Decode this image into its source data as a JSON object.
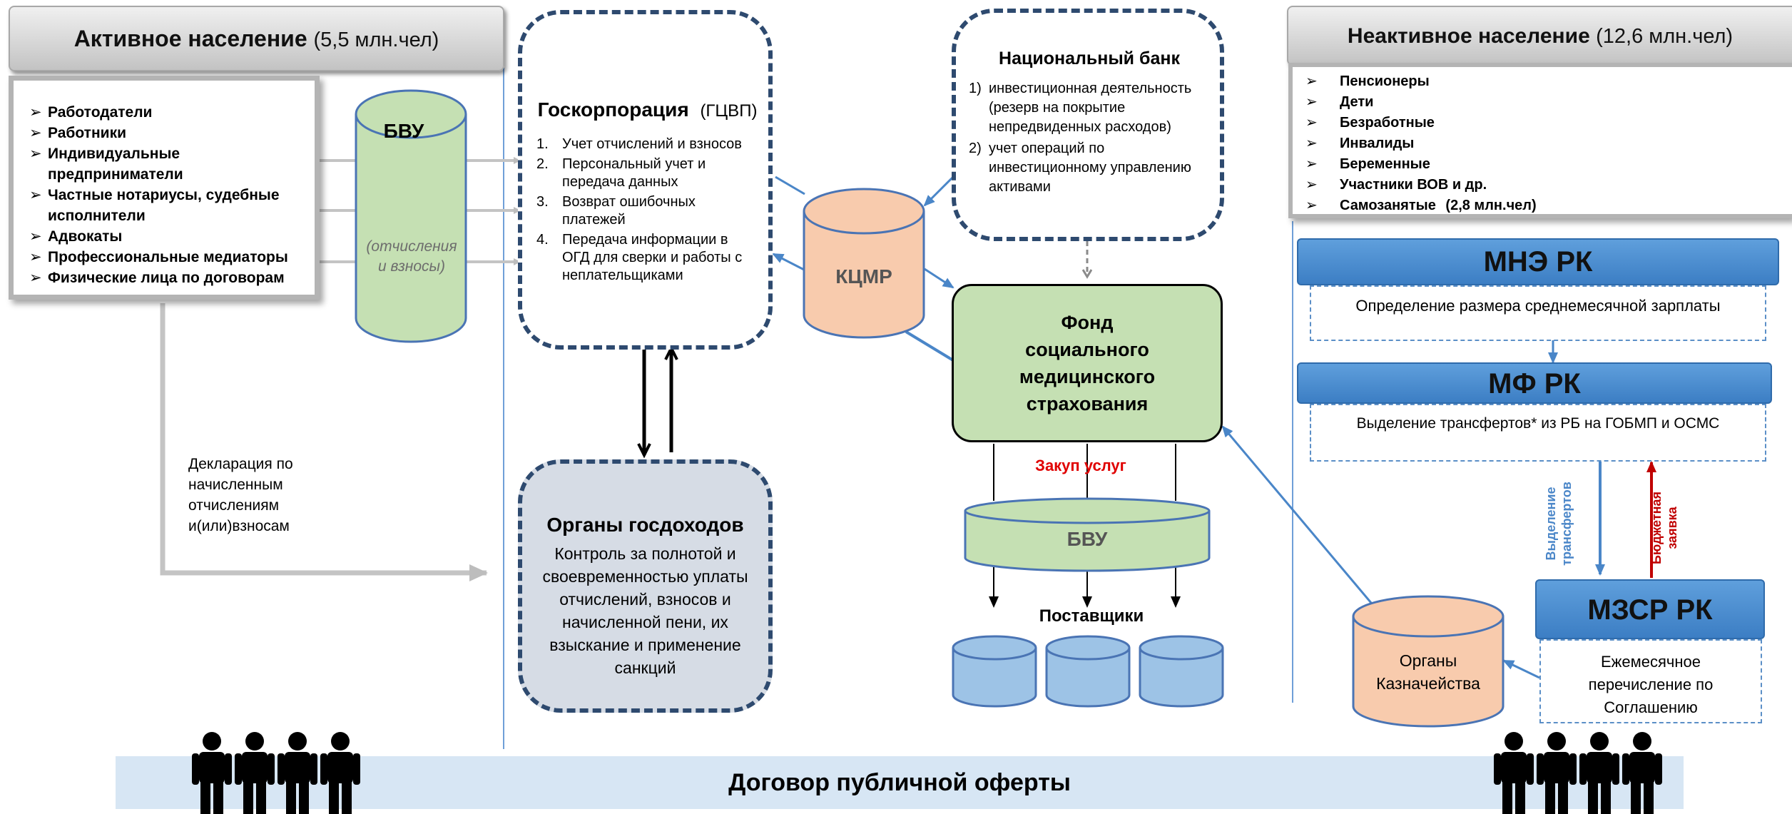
{
  "active": {
    "title": "Активное население",
    "count": "(5,5 млн.чел)",
    "items": [
      "Работодатели",
      "Работники",
      "Индивидуальные предприниматели",
      "Частные нотариусы, судебные исполнители",
      "Адвокаты",
      "Профессиональные медиаторы",
      "Физические лица по договорам"
    ]
  },
  "bvu_left": {
    "title": "БВУ",
    "note": "(отчисления и взносы)"
  },
  "declaration": "Декларация по начисленным отчислениям и(или)взносам",
  "goscorp": {
    "title": "Госкорпорация",
    "abbr": "(ГЦВП)",
    "items": [
      {
        "num": "1.",
        "text": "Учет отчислений и взносов"
      },
      {
        "num": "2.",
        "text": "Персональный учет и передача данных"
      },
      {
        "num": "3.",
        "text": "Возврат ошибочных платежей"
      },
      {
        "num": "4.",
        "text": "Передача информации в ОГД для сверки и работы с неплательщиками"
      }
    ]
  },
  "revenue": {
    "title": "Органы госдоходов",
    "text": "Контроль за полнотой и своевременностью уплаты отчислений, взносов и начисленной пени, их взыскание и применение санкций"
  },
  "kcmr": "КЦМР",
  "natbank": {
    "title": "Национальный банк",
    "items": [
      {
        "num": "1)",
        "text": "инвестиционная деятельность (резерв на покрытие непредвиденных расходов)"
      },
      {
        "num": "2)",
        "text": "учет операций по инвестиционному управлению активами"
      }
    ]
  },
  "fund": {
    "title": "Фонд социального медицинского страхования"
  },
  "procurement": "Закуп услуг",
  "bvu_center": "БВУ",
  "suppliers": "Поставщики",
  "inactive": {
    "title": "Неактивное население",
    "count": "(12,6 млн.чел)",
    "items": [
      "Пенсионеры",
      "Дети",
      "Безработные",
      "Инвалиды",
      "Беременные",
      "Участники ВОВ и др."
    ],
    "last_item": "Самозанятые",
    "last_count": "(2,8 млн.чел)"
  },
  "mne": {
    "title": "МНЭ РК",
    "text": "Определение размера среднемесячной зарплаты"
  },
  "mf": {
    "title": "МФ РК",
    "text": "Выделение трансфертов* из РБ на ГОБМП и ОСМС"
  },
  "transfer_label": "Выделение трансфертов",
  "budget_label": "Бюджетная заявка",
  "mzsr": {
    "title": "МЗСР РК",
    "text": "Ежемесячное перечисление по Соглашению"
  },
  "treasury": "Органы Казначейства",
  "contract": "Договор публичной оферты",
  "colors": {
    "green": "#c5e0b3",
    "orange": "#f8cbad",
    "blue": "#9dc3e6",
    "accent": "#4a86c8",
    "red": "#c00000",
    "navy": "#2e4a6f"
  }
}
